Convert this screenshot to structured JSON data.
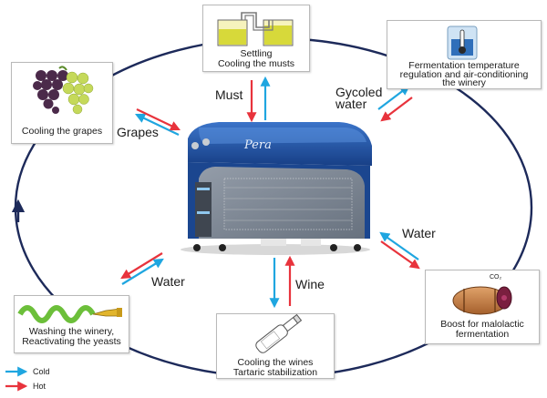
{
  "colors": {
    "cold": "#1fa6e0",
    "hot": "#e8333c",
    "cycle": "#1d2a5a",
    "machine": "#1f4f9e"
  },
  "stages": {
    "settling": {
      "line1": "Settling",
      "line2": "Cooling the musts"
    },
    "fermentation": {
      "line1": "Fermentation temperature",
      "line2": "regulation and air-conditioning",
      "line3": "the winery"
    },
    "grapes": {
      "line1": "Cooling the grapes"
    },
    "washing": {
      "line1": "Washing the winery,",
      "line2": "Reactivating the yeasts"
    },
    "wines": {
      "line1": "Cooling the wines",
      "line2": "Tartaric stabilization"
    },
    "malolactic": {
      "line1": "Boost for malolactic",
      "line2": "fermentation",
      "co2": "CO₂"
    }
  },
  "flows": {
    "must": "Must",
    "glycoled_line1": "Gycoled",
    "glycoled_line2": "water",
    "grapes": "Grapes",
    "water_left": "Water",
    "wine": "Wine",
    "water_right": "Water"
  },
  "machine": {
    "brand": "Pera"
  },
  "legend": {
    "cold": "Cold",
    "hot": "Hot"
  }
}
